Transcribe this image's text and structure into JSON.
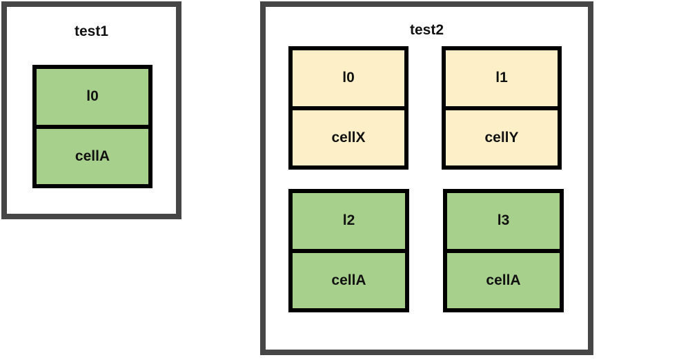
{
  "colors": {
    "green": "#a8d08d",
    "yellow": "#fdefc8",
    "frame": "#464646",
    "border": "#000000"
  },
  "groups": [
    {
      "title": "test1",
      "cells": [
        {
          "label": "l0",
          "cell": "cellA",
          "color": "green"
        }
      ]
    },
    {
      "title": "test2",
      "cells": [
        {
          "label": "l0",
          "cell": "cellX",
          "color": "yellow"
        },
        {
          "label": "l1",
          "cell": "cellY",
          "color": "yellow"
        },
        {
          "label": "l2",
          "cell": "cellA",
          "color": "green"
        },
        {
          "label": "l3",
          "cell": "cellA",
          "color": "green"
        }
      ]
    }
  ]
}
